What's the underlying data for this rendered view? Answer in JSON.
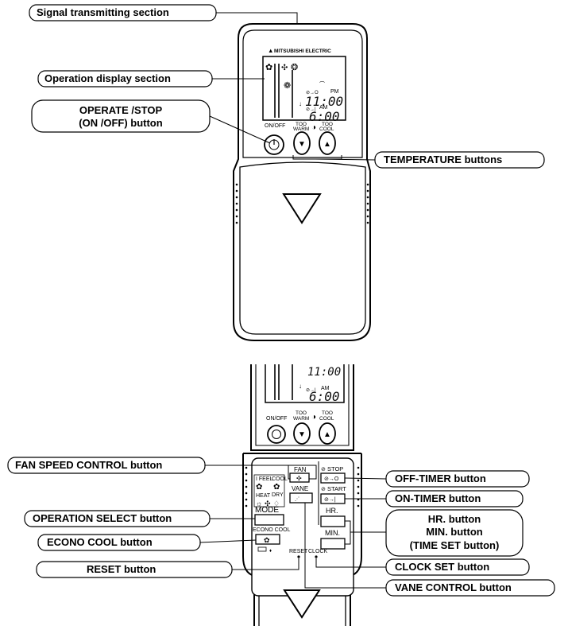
{
  "remote": {
    "brand": "MITSUBISHI ELECTRIC",
    "display": {
      "off_time": "11:00",
      "off_ampm": "PM",
      "on_time": "6:00",
      "on_ampm": "AM"
    },
    "onoff_label": "ON/OFF",
    "too_warm_label": [
      "TOO",
      "WARM"
    ],
    "too_cool_label": [
      "TOO",
      "COOL"
    ],
    "down_arrow": "▼",
    "up_arrow": "▲",
    "cover_arrow": "▽",
    "fan_label": "FAN",
    "vane_label": "VANE",
    "mode_label": "MODE",
    "i_feel_label": "I FEEL",
    "cool_label": "COOL",
    "heat_label": "HEAT",
    "dry_label": "DRY",
    "econo_cool_label": "ECONO COOL",
    "stop_label": "STOP",
    "start_label": "START",
    "hr_label": "HR.",
    "min_label": "MIN.",
    "reset_label": "RESET",
    "clock_label": "CLOCK"
  },
  "callouts": {
    "signal": "Signal transmitting section",
    "operation_display": "Operation display section",
    "operate_stop": [
      "OPERATE /STOP",
      "(ON /OFF) button"
    ],
    "temperature": "TEMPERATURE buttons",
    "fan_speed": "FAN SPEED CONTROL button",
    "off_timer": "OFF-TIMER button",
    "on_timer": "ON-TIMER button",
    "hr_min": [
      "HR. button",
      "MIN. button",
      "(TIME SET button)"
    ],
    "operation_select": "OPERATION SELECT button",
    "econo_cool": "ECONO COOL button",
    "reset": "RESET button",
    "clock_set": "CLOCK SET button",
    "vane_control": "VANE CONTROL button"
  }
}
